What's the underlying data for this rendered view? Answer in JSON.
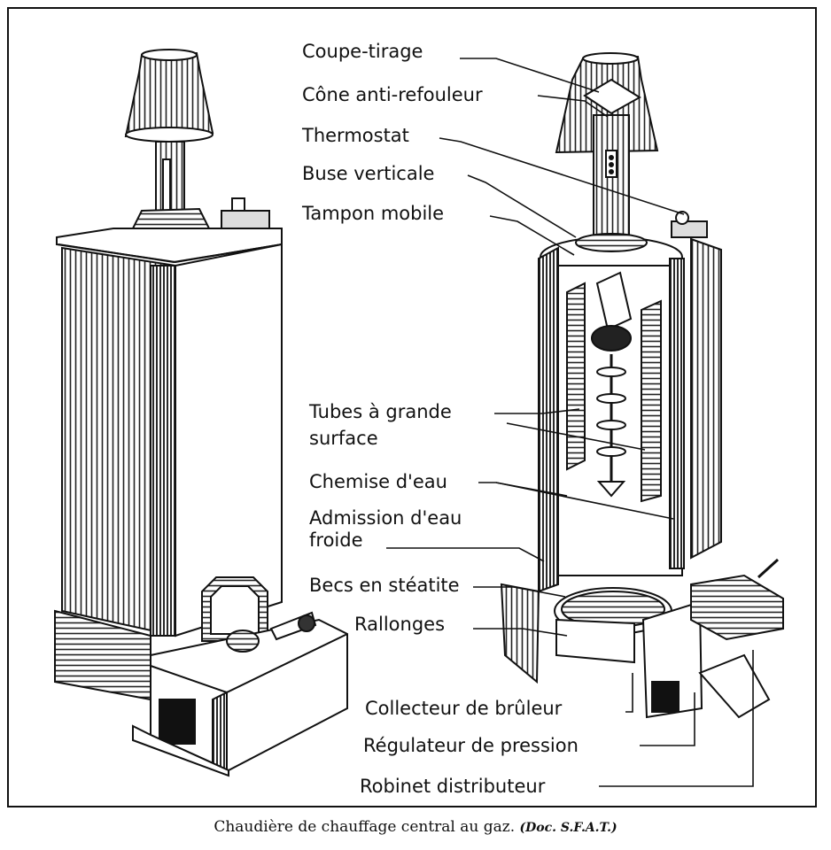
{
  "labels": {
    "coupe_tirage": "Coupe-tirage",
    "cone_anti_refouleur": "Cône anti-refouleur",
    "thermostat": "Thermostat",
    "buse_verticale": "Buse verticale",
    "tampon_mobile": "Tampon mobile",
    "tubes_line1": "Tubes à grande",
    "tubes_line2": "surface",
    "chemise_eau": "Chemise d'eau",
    "admission_line1": "Admission d'eau",
    "admission_line2": "froide",
    "becs_steatite": "Becs en stéatite",
    "rallonges": "Rallonges",
    "collecteur_bruleur": "Collecteur de brûleur",
    "regulateur_pression": "Régulateur de pression",
    "robinet_distributeur": "Robinet distributeur"
  },
  "caption": {
    "text": "Chaudière de chauffage central au gaz.",
    "source": "(Doc. S.F.A.T.)"
  }
}
